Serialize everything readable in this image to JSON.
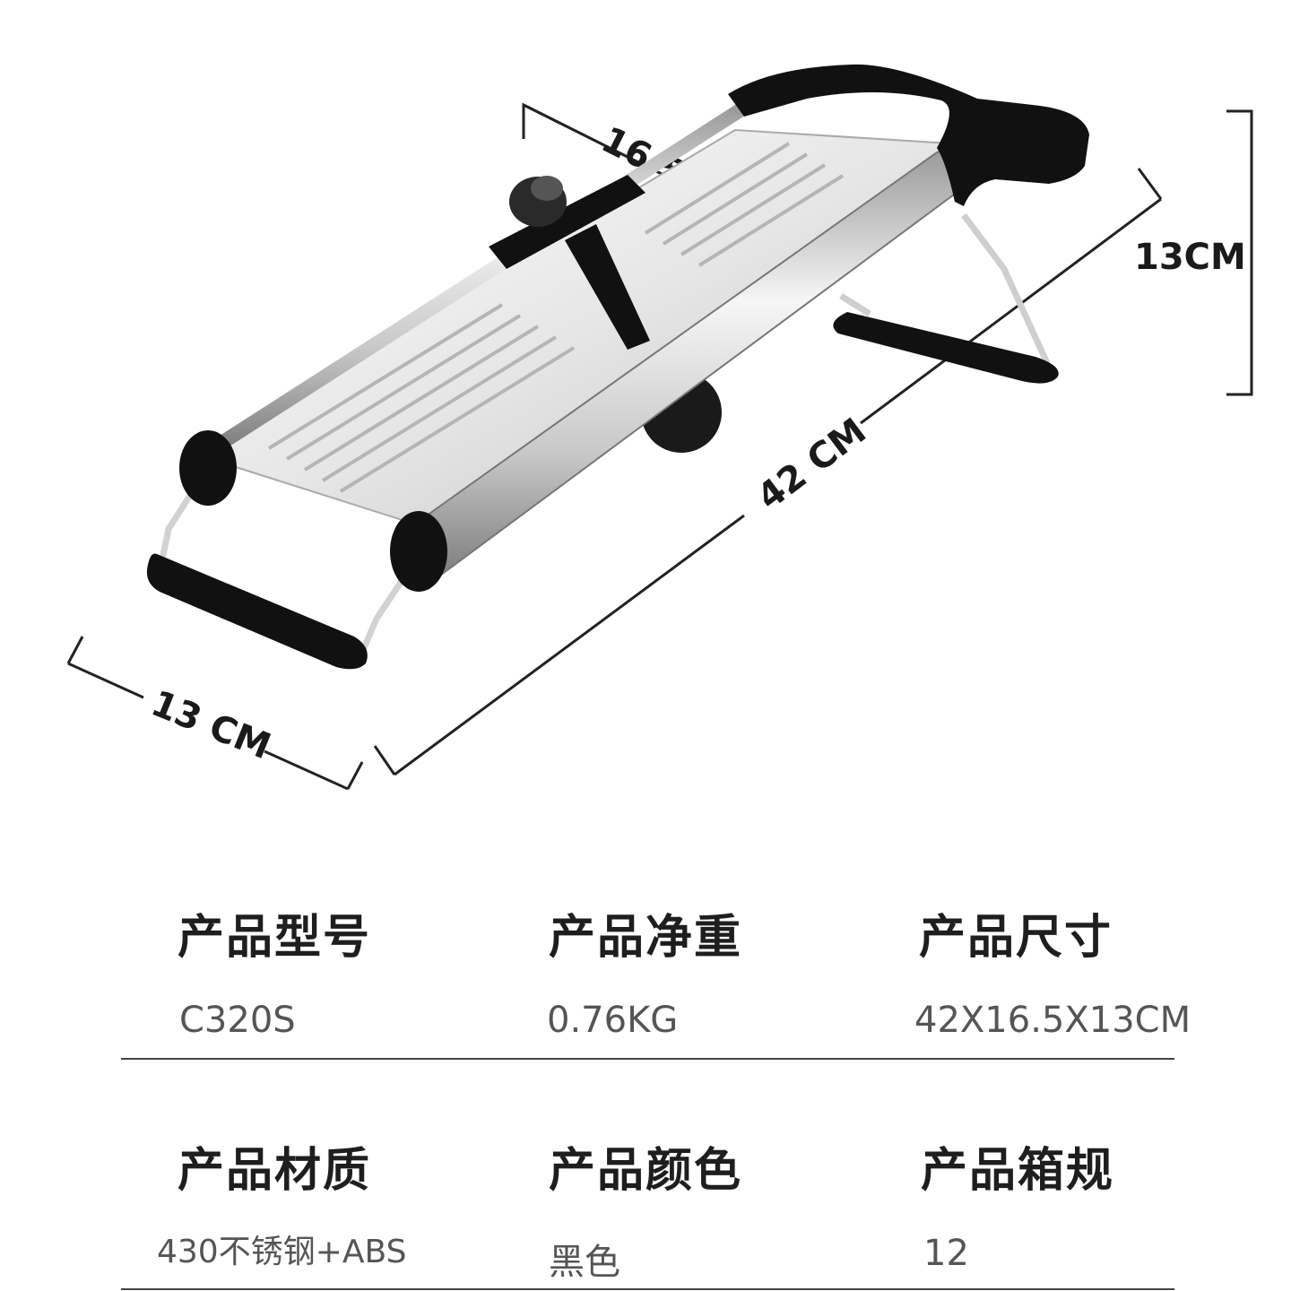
{
  "dimensions": {
    "length_label": "42 CM",
    "width_label": "16.5CM",
    "height_label": "13CM",
    "depth_label": "13 CM"
  },
  "specs": {
    "rows": [
      [
        {
          "label": "产品型号",
          "value": "C320S"
        },
        {
          "label": "产品净重",
          "value": "0.76KG"
        },
        {
          "label": "产品尺寸",
          "value": "42X16.5X13CM"
        }
      ],
      [
        {
          "label": "产品材质",
          "value": "430不锈钢+ABS"
        },
        {
          "label": "产品颜色",
          "value": "黑色"
        },
        {
          "label": "产品箱规",
          "value": "12"
        }
      ]
    ]
  },
  "colors": {
    "handle": "#111111",
    "steel_light": "#f4f4f4",
    "steel_dark": "#8a8a8a",
    "text_label": "#1e1e1e",
    "text_value": "#555555"
  }
}
